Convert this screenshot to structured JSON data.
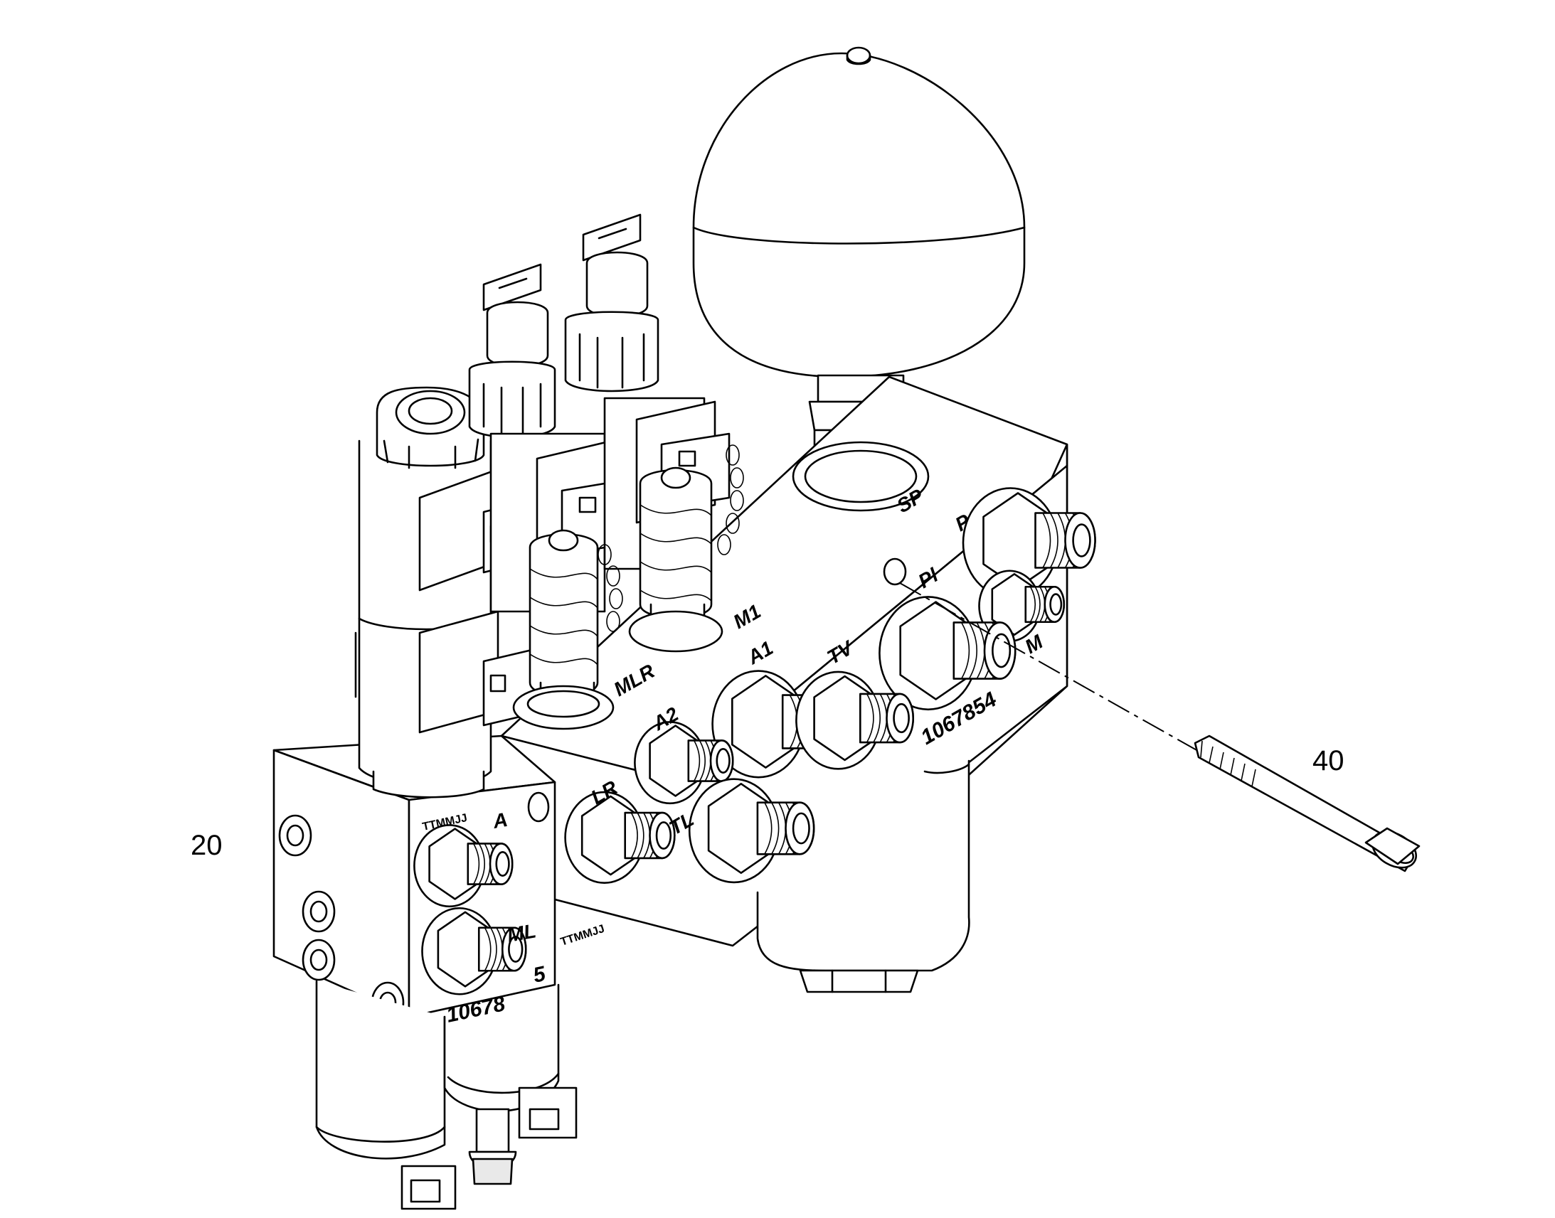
{
  "callouts": {
    "block_assembly": "20",
    "screw": "40"
  },
  "ports": {
    "sp": "SP",
    "p": "P",
    "pl": "Pl",
    "m": "M",
    "m1": "M1",
    "mlr": "MLR",
    "a1": "A1",
    "tv": "TV",
    "a2": "A2",
    "lr": "LR",
    "tl": "TL",
    "a": "A",
    "ml": "ML"
  },
  "stamps": {
    "left_block": "TTMMJJ",
    "main_block": "TTMMJJ"
  },
  "part_numbers": {
    "main": "1067854",
    "left": "10678",
    "left_suffix": "5"
  }
}
